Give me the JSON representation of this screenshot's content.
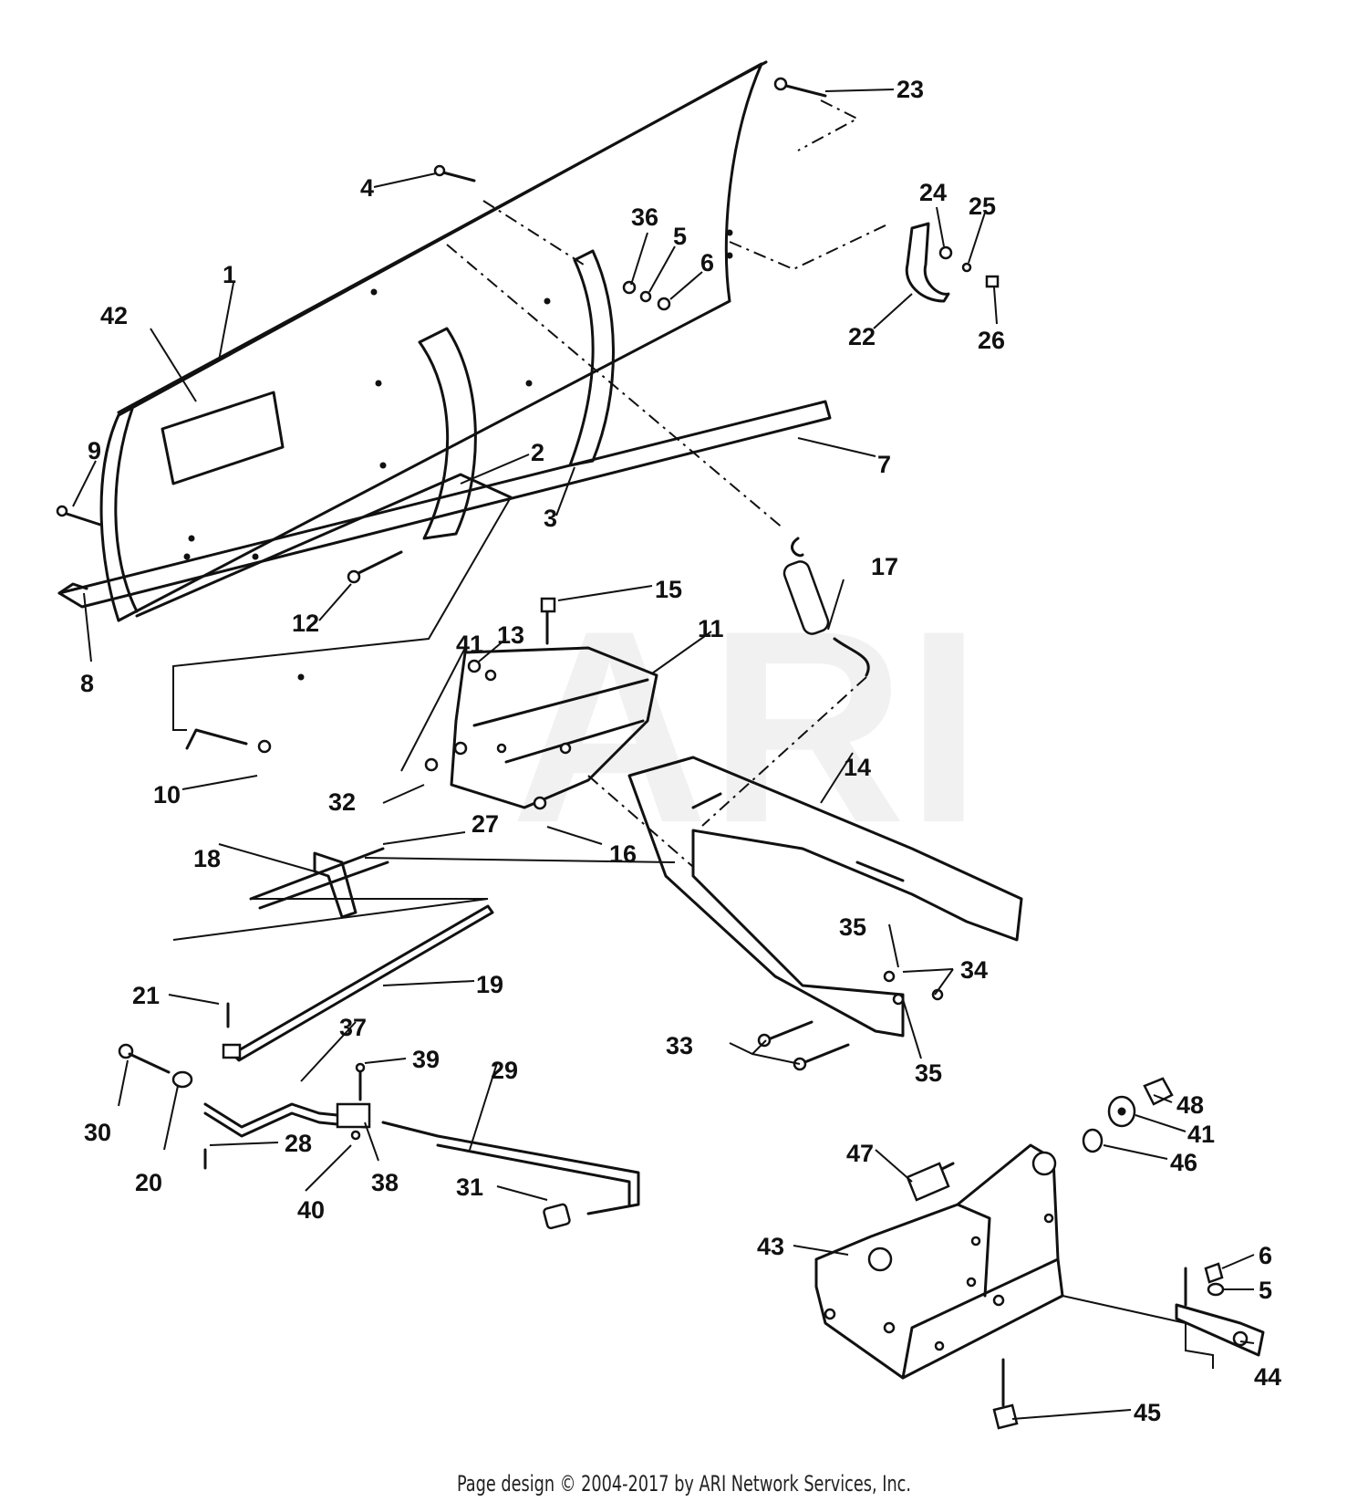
{
  "watermark": "ARI",
  "footer": "Page design © 2004-2017 by ARI Network Services, Inc.",
  "callouts": {
    "c1": "1",
    "c2": "2",
    "c3": "3",
    "c4": "4",
    "c5a": "5",
    "c5b": "5",
    "c6a": "6",
    "c6b": "6",
    "c7": "7",
    "c8": "8",
    "c9": "9",
    "c10": "10",
    "c11": "11",
    "c12": "12",
    "c13": "13",
    "c14": "14",
    "c15": "15",
    "c16": "16",
    "c17": "17",
    "c18": "18",
    "c19": "19",
    "c20": "20",
    "c21": "21",
    "c22": "22",
    "c23": "23",
    "c24": "24",
    "c25": "25",
    "c26": "26",
    "c27": "27",
    "c28": "28",
    "c29": "29",
    "c30": "30",
    "c31": "31",
    "c32": "32",
    "c33": "33",
    "c34": "34",
    "c35a": "35",
    "c35b": "35",
    "c36": "36",
    "c37": "37",
    "c38": "38",
    "c39": "39",
    "c40": "40",
    "c41a": "41",
    "c41b": "41",
    "c42": "42",
    "c43": "43",
    "c44": "44",
    "c45": "45",
    "c46": "46",
    "c47": "47",
    "c48": "48"
  }
}
